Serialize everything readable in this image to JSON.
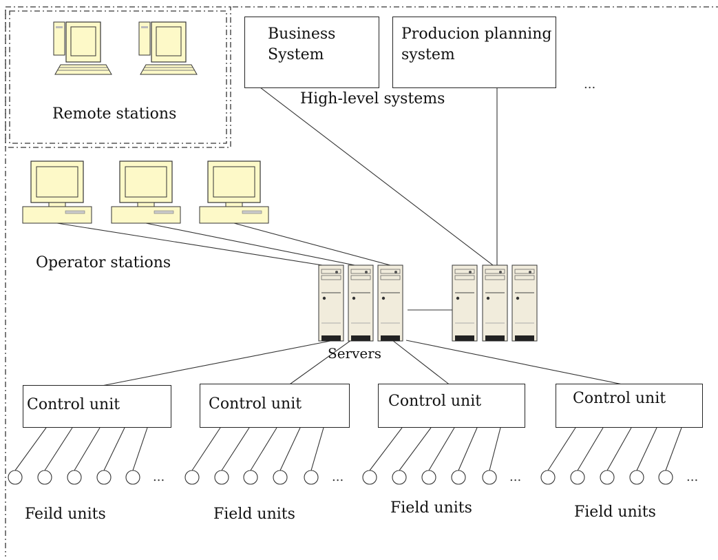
{
  "high_level": {
    "group_label": "High-level systems",
    "business_system": "Business\nSystem",
    "production_planning": "Producion planning\nsystem",
    "more": "..."
  },
  "remote": {
    "label": "Remote stations"
  },
  "operator": {
    "label": "Operator stations"
  },
  "servers": {
    "label": "Servers"
  },
  "control_units": [
    {
      "label": "Control unit",
      "field_label": "Feild units",
      "more": "..."
    },
    {
      "label": "Control unit",
      "field_label": "Field units",
      "more": "..."
    },
    {
      "label": "Control unit",
      "field_label": "Field units",
      "more": "..."
    },
    {
      "label": "Control unit",
      "field_label": "Field units",
      "more": "..."
    }
  ],
  "colors": {
    "monitor_fill": "#fdf9c8",
    "server_fill": "#f1ecdc",
    "line": "#333333"
  }
}
